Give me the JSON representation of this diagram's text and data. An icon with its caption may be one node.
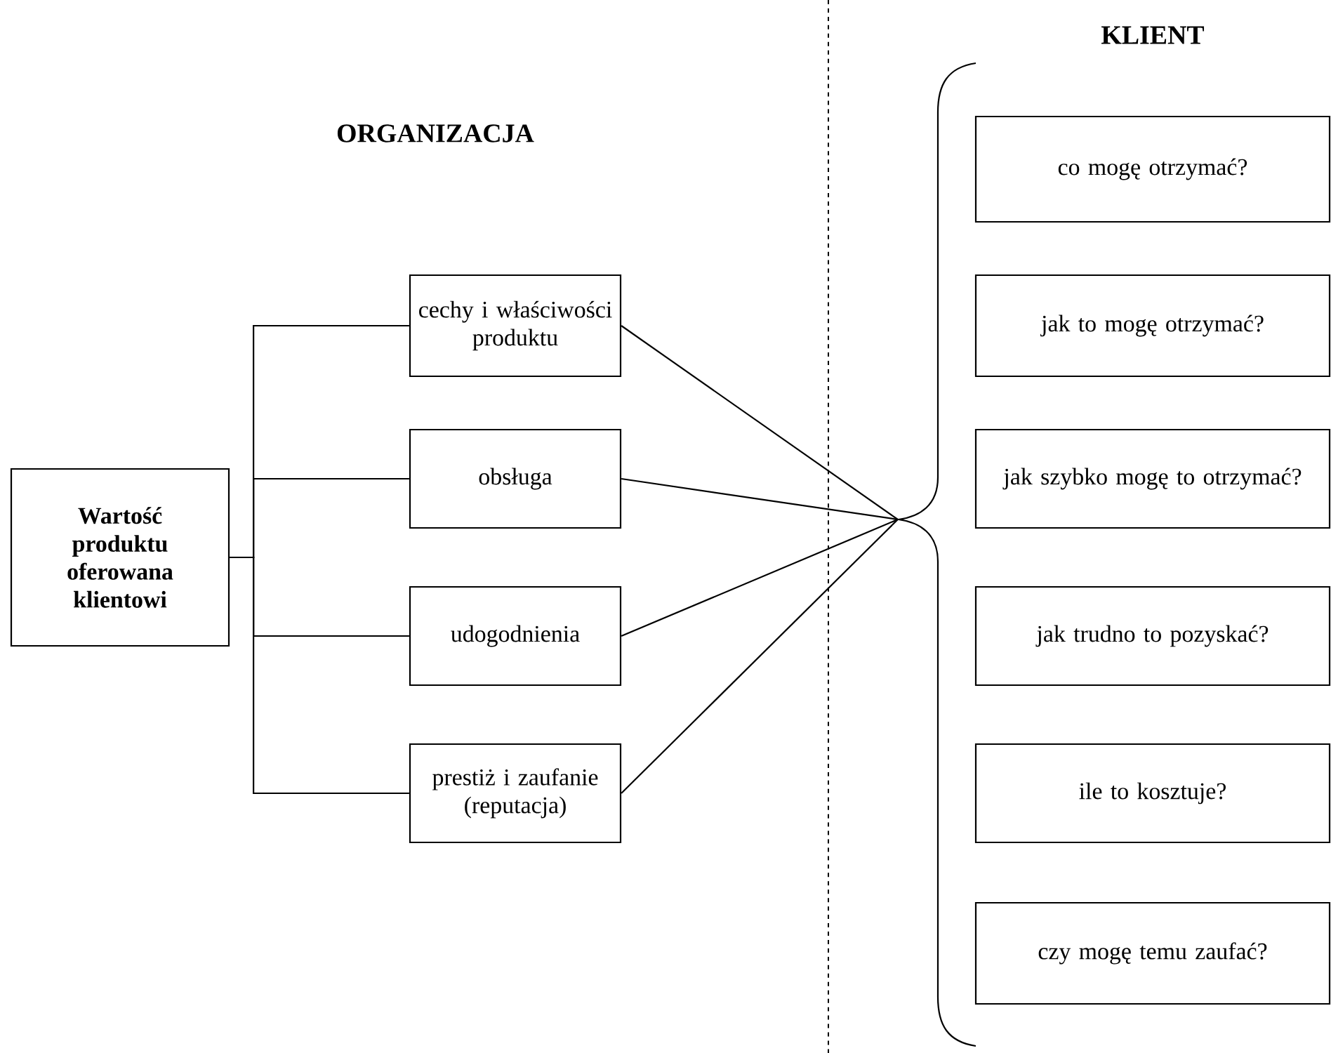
{
  "diagram": {
    "nodes": [
      {
        "text": [
          "Wartość produktu oferowana klientowi"
        ]
      },
      {
        "text": [
          "cechy i właściwości produktu"
        ]
      },
      {
        "text": [
          "obsługa"
        ]
      },
      {
        "text": [
          "udogodnienia"
        ]
      },
      {
        "text": [
          "prestiż i zaufanie (reputacja)"
        ]
      },
      {
        "text": [],
        "shape": "brace"
      },
      {
        "text": [
          "co mogę otrzymać?"
        ]
      },
      {
        "text": [
          "jak to mogę otrzymać?"
        ]
      },
      {
        "text": [
          "jak szybko mogę to otrzymać?"
        ]
      },
      {
        "text": [
          "jak trudno to pozyskać?"
        ]
      },
      {
        "text": [
          "ile to kosztuje?"
        ]
      },
      {
        "text": [
          "czy mogę temu zaufać?"
        ]
      }
    ],
    "edges": [
      {
        "from": 0,
        "to": 1,
        "arrow": "none"
      },
      {
        "from": 0,
        "to": 2,
        "arrow": "none"
      },
      {
        "from": 0,
        "to": 3,
        "arrow": "none"
      },
      {
        "from": 0,
        "to": 4,
        "arrow": "none"
      },
      {
        "from": 1,
        "to": 5,
        "arrow": "none"
      },
      {
        "from": 2,
        "to": 5,
        "arrow": "none"
      },
      {
        "from": 3,
        "to": 5,
        "arrow": "none"
      },
      {
        "from": 4,
        "to": 5,
        "arrow": "none"
      }
    ],
    "labels": [
      "KLIENT",
      "ORGANIZACJA"
    ]
  }
}
